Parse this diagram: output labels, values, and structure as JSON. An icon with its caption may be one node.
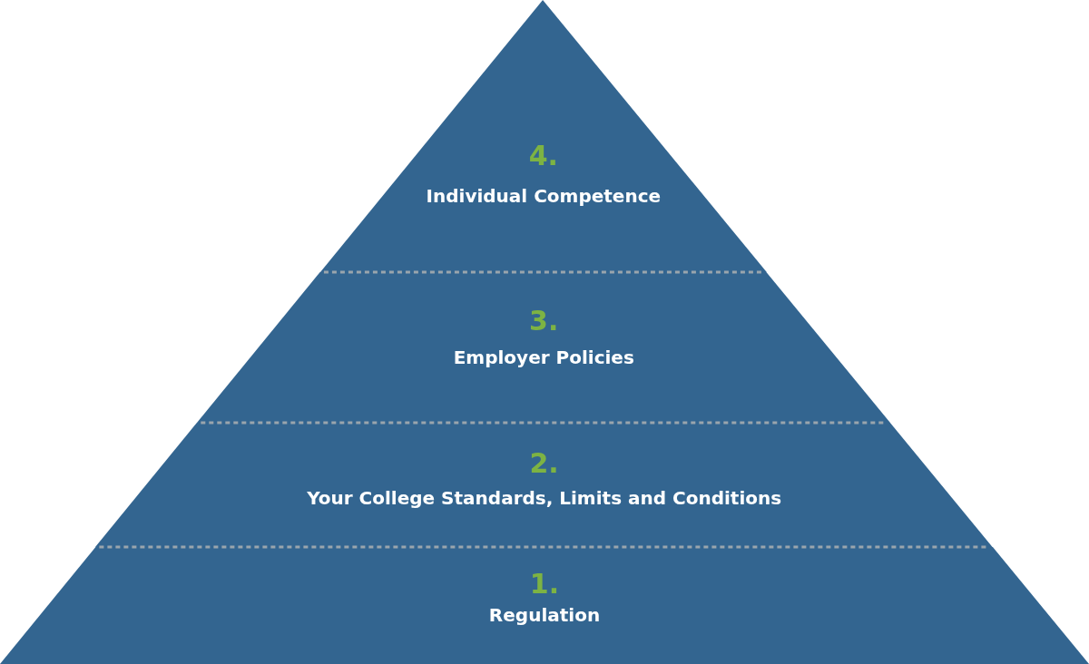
{
  "diagram": {
    "nodes": [
      {
        "text": [
          "4.",
          "Individual Competence"
        ]
      },
      {
        "text": [
          "3.",
          "Employer Policies"
        ]
      },
      {
        "text": [
          "2.",
          "Your College Standards, Limits and Conditions"
        ]
      },
      {
        "text": [
          "1.",
          "Regulation"
        ]
      }
    ]
  }
}
